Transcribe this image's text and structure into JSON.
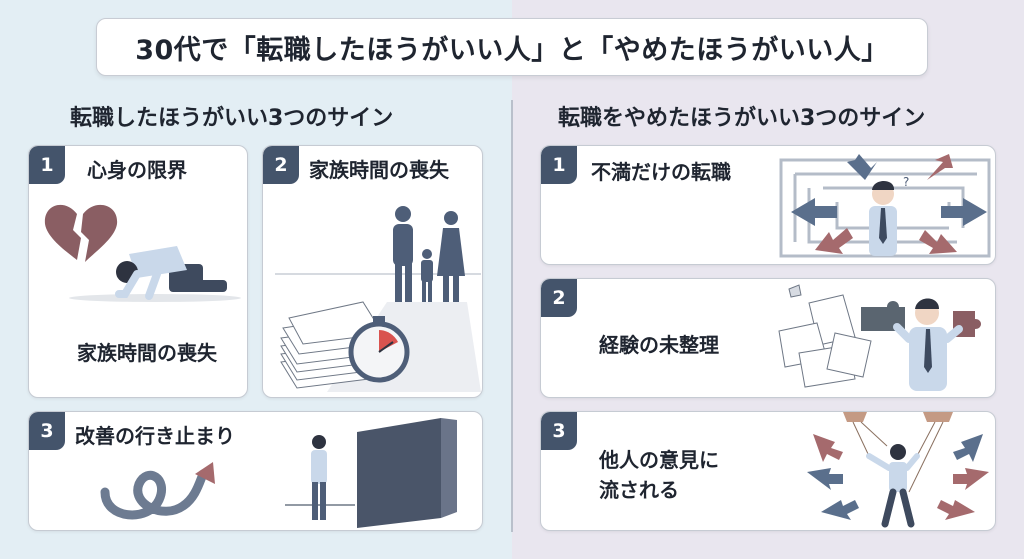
{
  "title": "30代で「転職したほうがいい人」と「やめたほうがいい人」",
  "left": {
    "heading": "転職したほうがいい3つのサイン",
    "cards": [
      {
        "number": "1",
        "label": "心身の限界",
        "sublabel": "家族時間の喪失"
      },
      {
        "number": "2",
        "label": "家族時間の喪失"
      },
      {
        "number": "3",
        "label": "改善の行き止まり"
      }
    ]
  },
  "right": {
    "heading": "転職をやめたほうがいい3つのサイン",
    "cards": [
      {
        "number": "1",
        "label": "不満だけの転職"
      },
      {
        "number": "2",
        "label": "経験の未整理"
      },
      {
        "number": "3",
        "label_line1": "他人の意見に",
        "label_line2": "流される"
      }
    ]
  },
  "colors": {
    "badge": "#44546b",
    "heart": "#8a5e63",
    "arrow_blue": "#5a6f8c",
    "arrow_red": "#a56a6d",
    "figure": "#4e5e78",
    "shirt": "#c9d8ea",
    "tie": "#3d4a5f"
  },
  "icons": [
    "broken-heart-icon",
    "stopwatch-icon",
    "maze-icon",
    "puzzle-piece-icon",
    "spiral-arrow-icon"
  ]
}
